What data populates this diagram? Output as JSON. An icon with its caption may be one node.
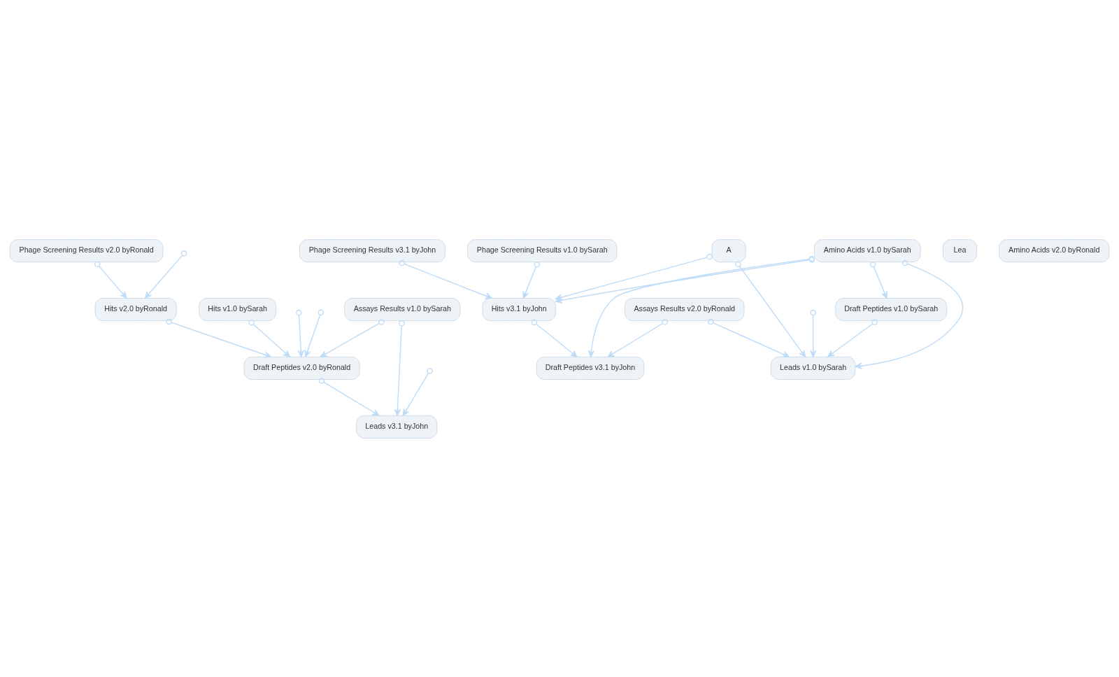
{
  "diagram": {
    "nodes": [
      {
        "text": [
          "Phage Screening Results v2.0 byRonald"
        ]
      },
      {
        "text": [
          "Phage Screening Results v3.1 byJohn"
        ]
      },
      {
        "text": [
          "Draft Peptides v2.0 byRonald"
        ]
      },
      {
        "text": [
          "Lea"
        ]
      },
      {
        "text": [
          "Leads v3.1 byJohn"
        ]
      },
      {
        "text": [
          "Hits v2.0 byRonald"
        ]
      },
      {
        "text": [
          "Hits v1.0 bySarah"
        ]
      },
      {
        "text": [
          "Draft Peptides v1.0 bySarah"
        ]
      },
      {
        "text": [
          "Amino Acids v1.0 bySarah"
        ]
      },
      {
        "text": [
          "Hits v3.1 byJohn"
        ]
      },
      {
        "text": [
          "A"
        ]
      },
      {
        "text": [
          "Leads v1.0 bySarah"
        ]
      },
      {
        "text": [
          "Assays Results v2.0 byRonald"
        ]
      },
      {
        "text": [
          "Assays Results v1.0 bySarah"
        ]
      },
      {
        "text": [
          "Draft Peptides v3.1 byJohn"
        ]
      },
      {
        "text": [
          "Amino Acids v2.0 byRonald"
        ]
      },
      {
        "text": [
          "Phage Screening Results v1.0 bySarah"
        ]
      }
    ],
    "edges": [
      {
        "from": 0,
        "to": 5,
        "arrow": "to"
      },
      {
        "from": 1,
        "to": 9,
        "arrow": "to"
      },
      {
        "from": 2,
        "to": 4,
        "arrow": "to"
      },
      {
        "from": 5,
        "to": 2,
        "arrow": "to"
      },
      {
        "from": 6,
        "to": 2,
        "arrow": "to"
      },
      {
        "from": 13,
        "to": 2,
        "arrow": "to"
      },
      {
        "from": null,
        "to": 2,
        "arrow": "to"
      },
      {
        "from": null,
        "to": 2,
        "arrow": "to"
      },
      {
        "from": 8,
        "to": 7,
        "arrow": "to"
      },
      {
        "from": 7,
        "to": 11,
        "arrow": "to"
      },
      {
        "from": 8,
        "to": 11,
        "arrow": "to"
      },
      {
        "from": 8,
        "to": 14,
        "arrow": "to"
      },
      {
        "from": 8,
        "to": 9,
        "arrow": "to"
      },
      {
        "from": 9,
        "to": 14,
        "arrow": "to"
      },
      {
        "from": 10,
        "to": 9,
        "arrow": "to"
      },
      {
        "from": 10,
        "to": 11,
        "arrow": "to"
      },
      {
        "from": 12,
        "to": 11,
        "arrow": "to"
      },
      {
        "from": 12,
        "to": 14,
        "arrow": "to"
      },
      {
        "from": 13,
        "to": 4,
        "arrow": "to"
      },
      {
        "from": null,
        "to": 4,
        "arrow": "to"
      },
      {
        "from": null,
        "to": 11,
        "arrow": "to"
      },
      {
        "from": null,
        "to": 5,
        "arrow": "to"
      },
      {
        "from": 16,
        "to": 9,
        "arrow": "to"
      }
    ]
  }
}
